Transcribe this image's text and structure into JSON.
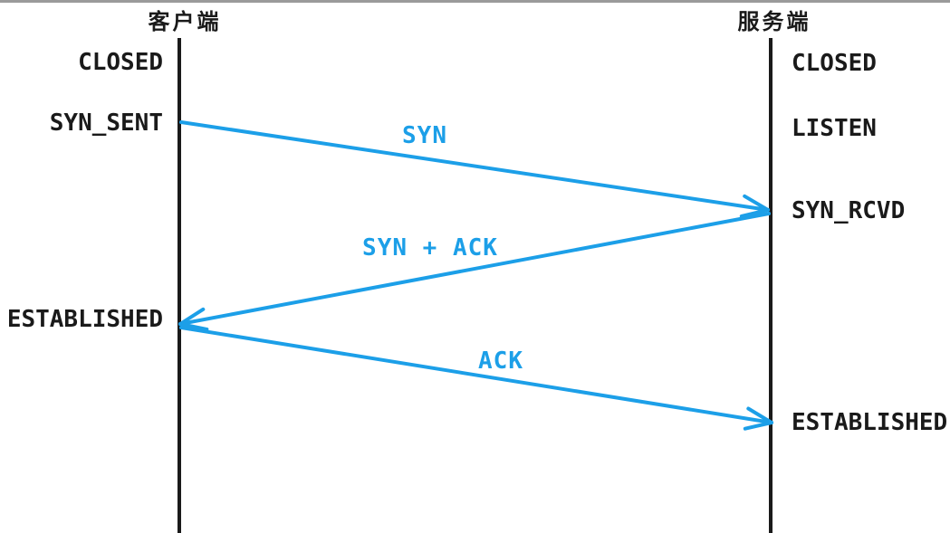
{
  "colors": {
    "arrow": "#1c9fe8",
    "line": "#1a1a1a",
    "text": "#1a1a1a",
    "top_border": "#9a9a9a"
  },
  "client": {
    "title": "客户端",
    "states": [
      {
        "label": "CLOSED"
      },
      {
        "label": "SYN_SENT"
      },
      {
        "label": "ESTABLISHED"
      }
    ]
  },
  "server": {
    "title": "服务端",
    "states": [
      {
        "label": "CLOSED"
      },
      {
        "label": "LISTEN"
      },
      {
        "label": "SYN_RCVD"
      },
      {
        "label": "ESTABLISHED"
      }
    ]
  },
  "messages": [
    {
      "label": "SYN",
      "from": "client",
      "to": "server"
    },
    {
      "label": "SYN + ACK",
      "from": "server",
      "to": "client"
    },
    {
      "label": "ACK",
      "from": "client",
      "to": "server"
    }
  ]
}
